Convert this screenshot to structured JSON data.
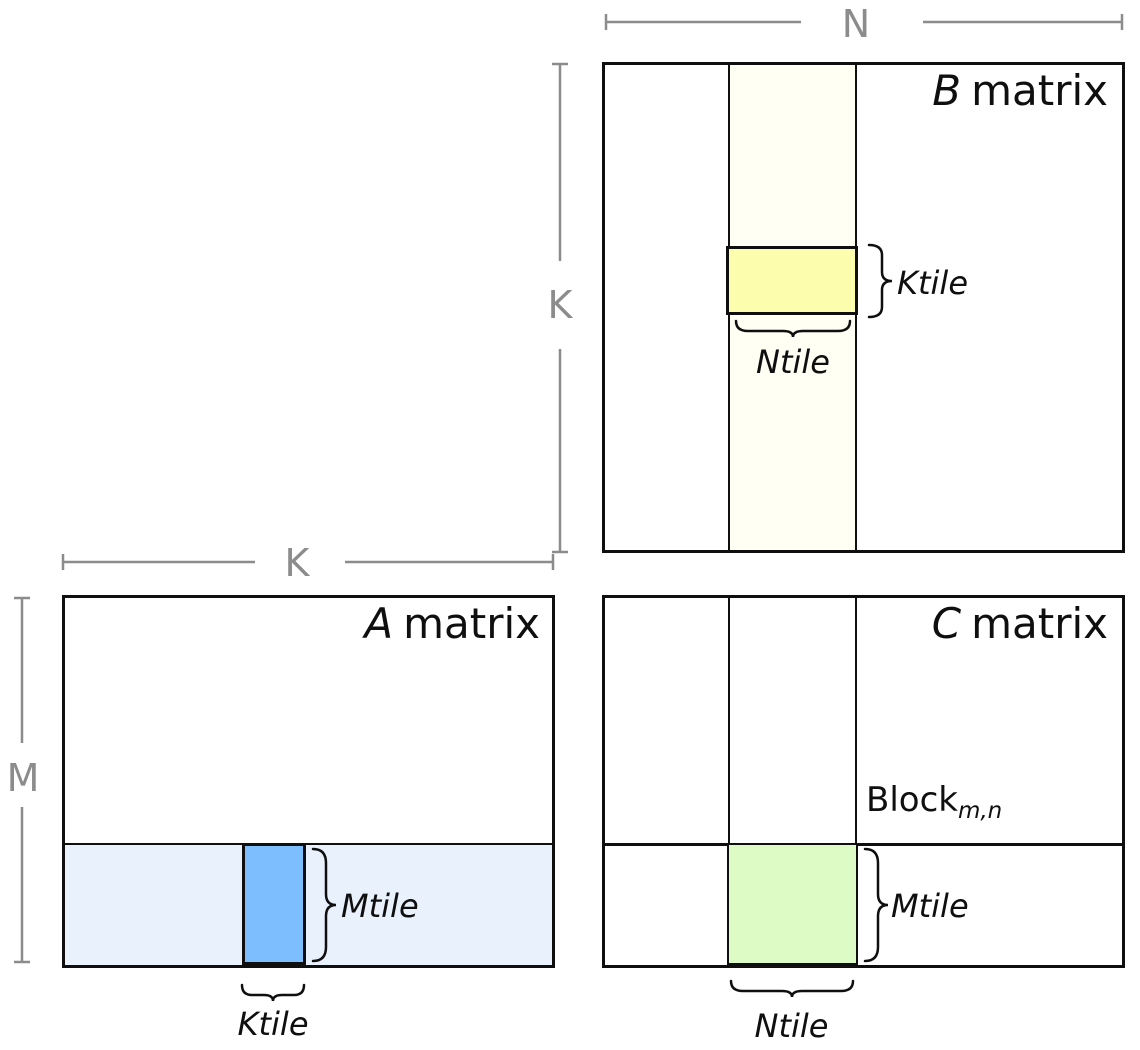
{
  "dimension_labels": {
    "n": "N",
    "k_beside_b": "K",
    "k_above_a": "K",
    "m": "M"
  },
  "matrix_b": {
    "letter": "B",
    "word": "matrix",
    "ktile": "Ktile",
    "ntile": "Ntile"
  },
  "matrix_a": {
    "letter": "A",
    "word": "matrix",
    "mtile": "Mtile",
    "ktile": "Ktile"
  },
  "matrix_c": {
    "letter": "C",
    "word": "matrix",
    "block_base": "Block",
    "block_subscript": "m,n",
    "mtile": "Mtile",
    "ntile": "Ntile"
  },
  "colors": {
    "b_strip_ivory": "#fffff4",
    "b_tile_yellow": "#fdfdae",
    "a_strip_lightblue": "#e8f1fc",
    "a_tile_blue": "#7dbefe",
    "c_tile_green": "#ddfcc5",
    "dimension_gray": "#8c8c8c",
    "line_black": "#0f0f0f"
  }
}
